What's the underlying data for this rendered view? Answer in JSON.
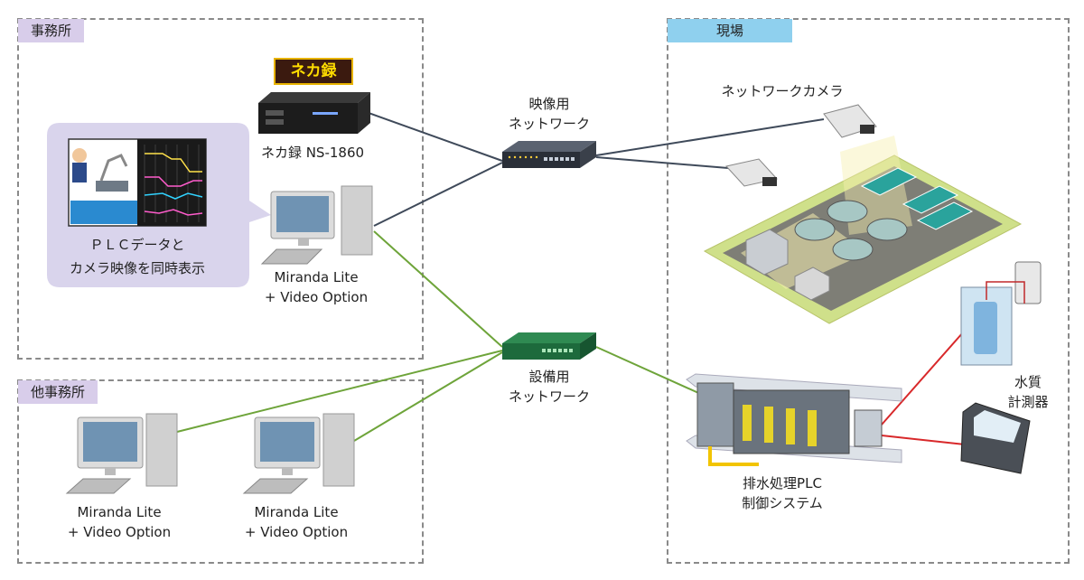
{
  "zones": {
    "office": "事務所",
    "other_office": "他事務所",
    "site": "現場"
  },
  "devices": {
    "recorder_logo": "ネカ録",
    "recorder_label": "ネカ録 NS-1860",
    "video_switch_line1": "映像用",
    "video_switch_line2": "ネットワーク",
    "equip_switch_line1": "設備用",
    "equip_switch_line2": "ネットワーク",
    "pc_office_line1": "Miranda Lite",
    "pc_office_line2": "+ Video Option",
    "pc_other1_line1": "Miranda Lite",
    "pc_other1_line2": "+ Video Option",
    "pc_other2_line1": "Miranda Lite",
    "pc_other2_line2": "+ Video Option",
    "camera_label": "ネットワークカメラ",
    "plc_line1": "排水処理PLC",
    "plc_line2": "制御システム",
    "meter_line1": "水質",
    "meter_line2": "計測器"
  },
  "bubble": {
    "line1": "ＰＬＣデータと",
    "line2": "カメラ映像を同時表示"
  },
  "colors": {
    "office_tag": "#d8cdea",
    "site_tag": "#8fd0ee",
    "video_link": "#3f4a5a",
    "equip_link": "#6ea43a",
    "serial_link": "#d8282a"
  }
}
